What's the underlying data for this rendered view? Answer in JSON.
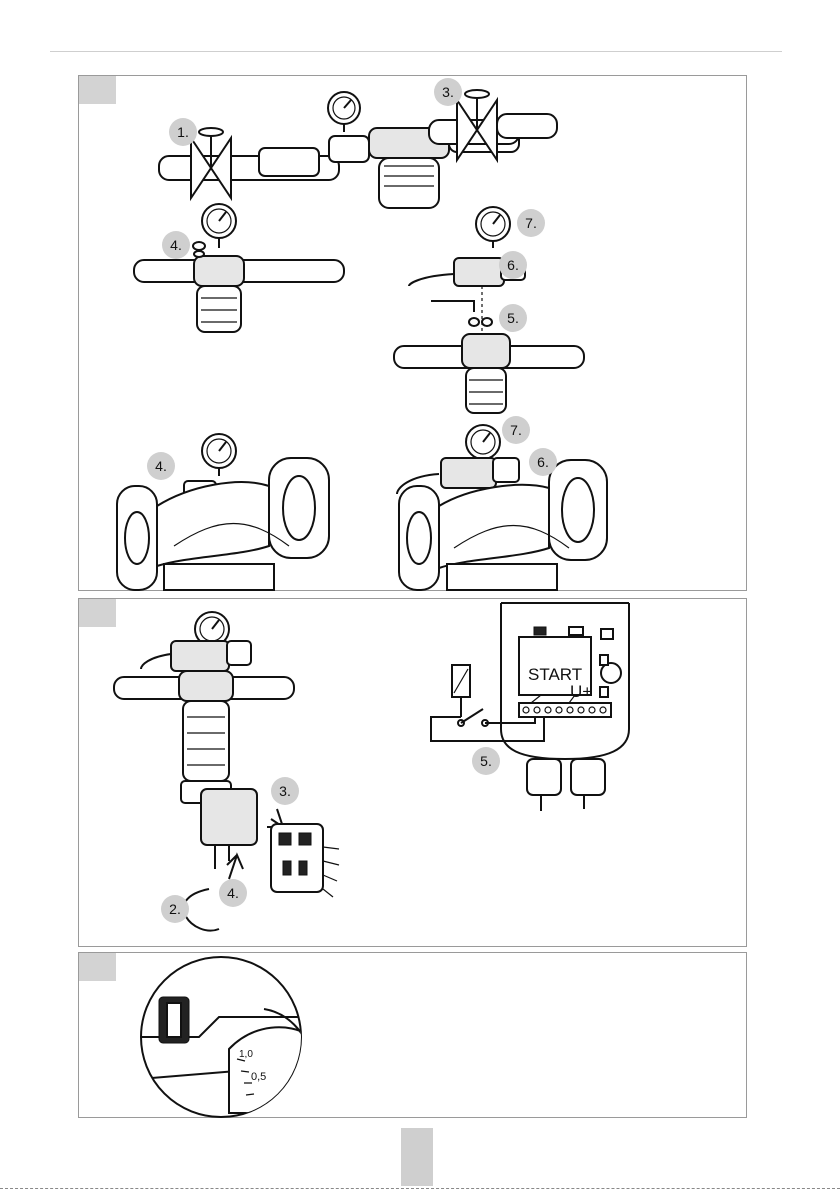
{
  "panel1": {
    "steps": {
      "s1": "1.",
      "s3": "3.",
      "s4a": "4.",
      "s7a": "7.",
      "s6a": "6.",
      "s5a": "5.",
      "s4b": "4.",
      "s7b": "7.",
      "s6b": "6."
    }
  },
  "panel2": {
    "steps": {
      "s3": "3.",
      "s4": "4.",
      "s2": "2.",
      "s5": "5."
    },
    "terminal_labels": {
      "start": "START",
      "uplus": "U+"
    }
  },
  "panel3": {
    "dial_labels": {
      "half": "0,5",
      "one": "1,0"
    }
  },
  "colors": {
    "badge": "#cfcfcf",
    "tab": "#d3d3d3",
    "frame": "#9a9a9a"
  }
}
